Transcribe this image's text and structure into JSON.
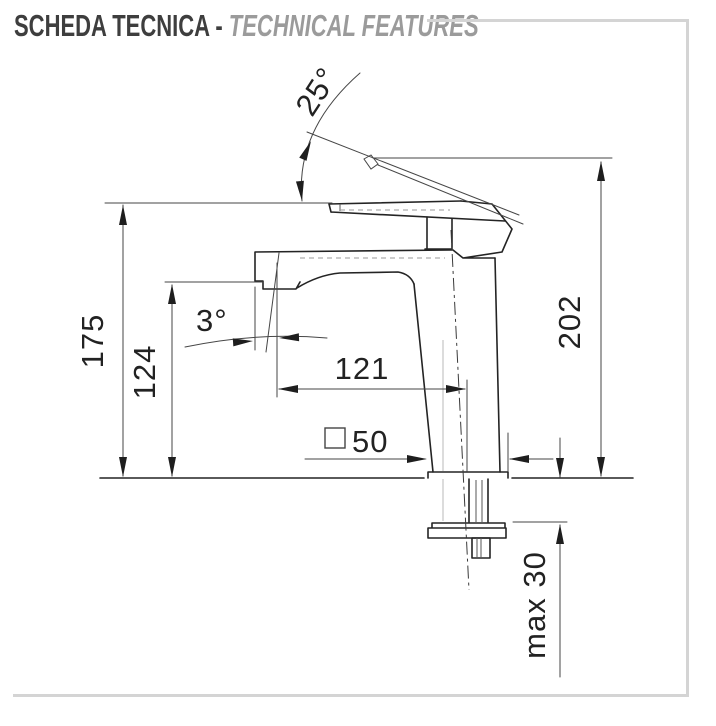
{
  "header": {
    "title_primary": "SCHEDA TECNICA - ",
    "title_secondary": "TECHNICAL FEATURES"
  },
  "colors": {
    "title_primary": "#3e3e3e",
    "title_secondary": "#9b9b9b",
    "frame_border": "#d4d4d4",
    "drawing_lines": "#242424"
  },
  "drawing": {
    "dimensions": {
      "handle_open_angle": "25°",
      "height_to_lever": "175",
      "spout_outlet_height": "124",
      "spout_tilt_angle": "3°",
      "spout_reach": "121",
      "base_square_size": "50",
      "total_height_open": "202",
      "max_deck_thickness": "max 30"
    }
  }
}
